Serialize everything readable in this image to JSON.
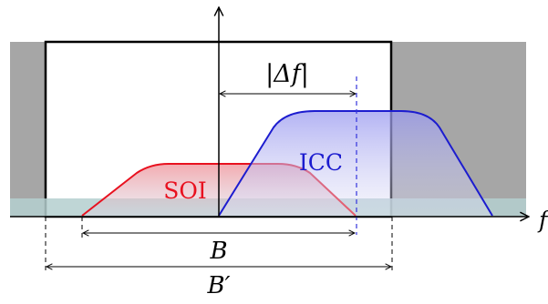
{
  "labels": {
    "delta_f": "|Δf|",
    "soi": "SOI",
    "icc": "ICC",
    "axis_f": "f",
    "bandwidth_b": "B",
    "bandwidth_b_prime": "B′"
  },
  "colors": {
    "stopband_gray": "#a6a6a6",
    "noise_floor": "#b9d3d3",
    "soi": "#e8111f",
    "soi_fill": "#f2b7bb",
    "icc": "#1c1ccf",
    "icc_fill": "#c9c9f7",
    "axis": "#000000"
  }
}
